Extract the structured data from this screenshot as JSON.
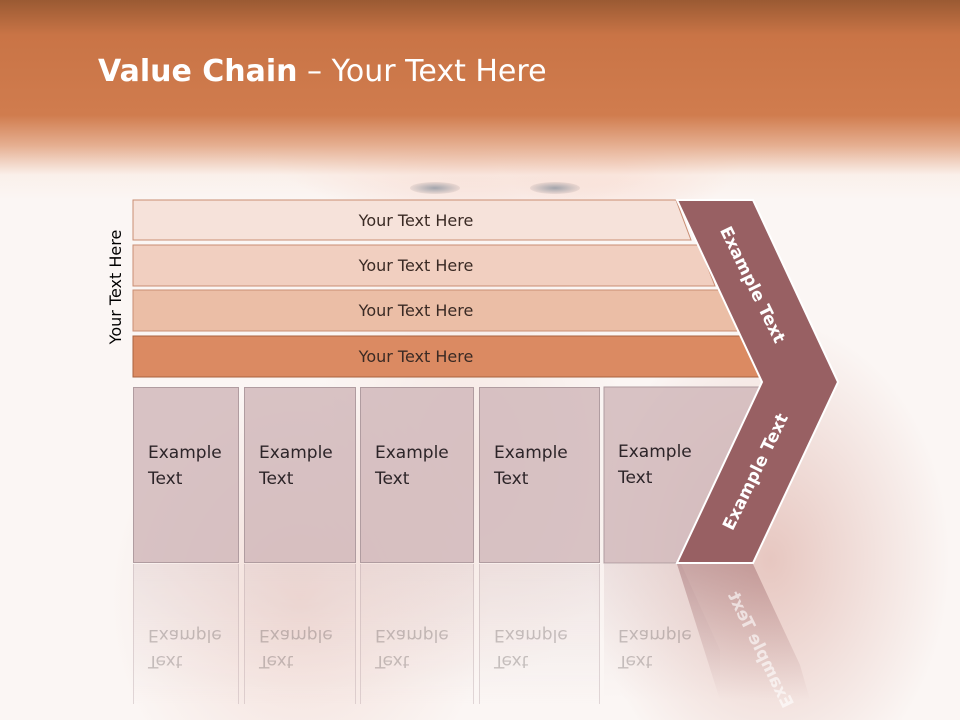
{
  "slide": {
    "title_bold": "Value Chain",
    "title_rest": " – Your Text Here",
    "side_label": "Your Text Here"
  },
  "rows": [
    {
      "label": "Your Text Here",
      "color": "#f6e2da"
    },
    {
      "label": "Your Text Here",
      "color": "#f1cfc0"
    },
    {
      "label": "Your Text Here",
      "color": "#ebbea6"
    },
    {
      "label": "Your Text Here",
      "color": "#db8a62"
    }
  ],
  "columns": [
    {
      "line1": "Example",
      "line2": "Text"
    },
    {
      "line1": "Example",
      "line2": "Text"
    },
    {
      "line1": "Example",
      "line2": "Text"
    },
    {
      "line1": "Example",
      "line2": "Text"
    },
    {
      "line1": "Example",
      "line2": "Text"
    }
  ],
  "chevron": {
    "upper_text": "Example Text",
    "lower_text": "Example Text",
    "color": "#986063"
  },
  "colors": {
    "header": "#d07c4e",
    "column_fill": "#d1b9bb"
  }
}
